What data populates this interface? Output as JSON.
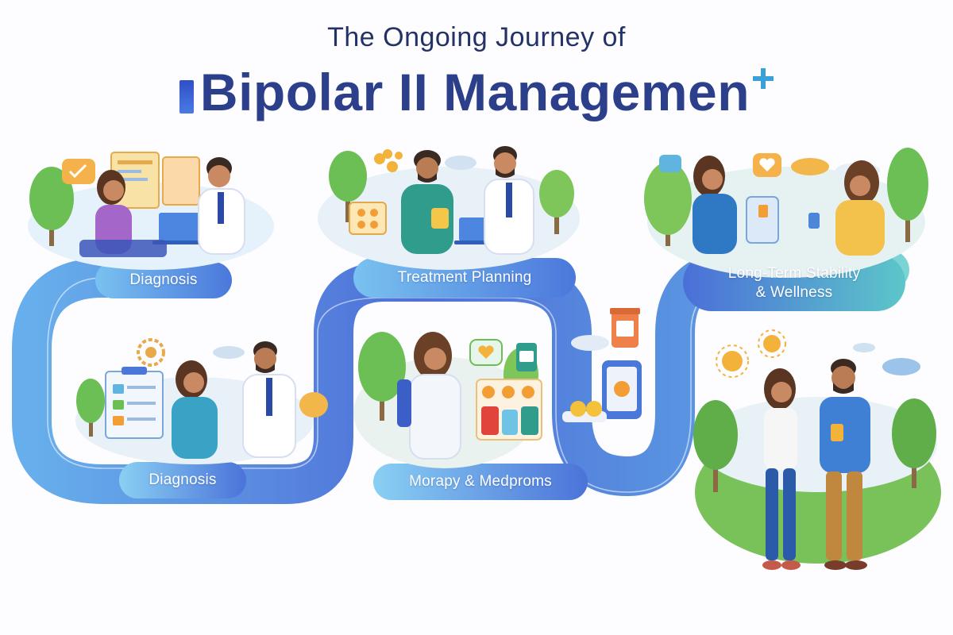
{
  "title": {
    "line1": "The Ongoing Journey of",
    "line2": "Bipolar II Managemen"
  },
  "stages": [
    {
      "label": "Diagnosis"
    },
    {
      "label": "Treatment Planning"
    },
    {
      "label": "Long-Term Stability\n& Wellness"
    },
    {
      "label": "Diagnosis"
    },
    {
      "label": "Morapy & Medproms"
    }
  ],
  "colors": {
    "path_dark": "#3f63d4",
    "path_light": "#7ec3f0",
    "title": "#2c3f8a",
    "teal_end": "#5fc3c8"
  },
  "icons": [
    "heart-chat-icon",
    "sun-icon",
    "cloud-icon",
    "tree-icon",
    "pill-bottle-icon",
    "clipboard-icon",
    "laptop-icon"
  ]
}
